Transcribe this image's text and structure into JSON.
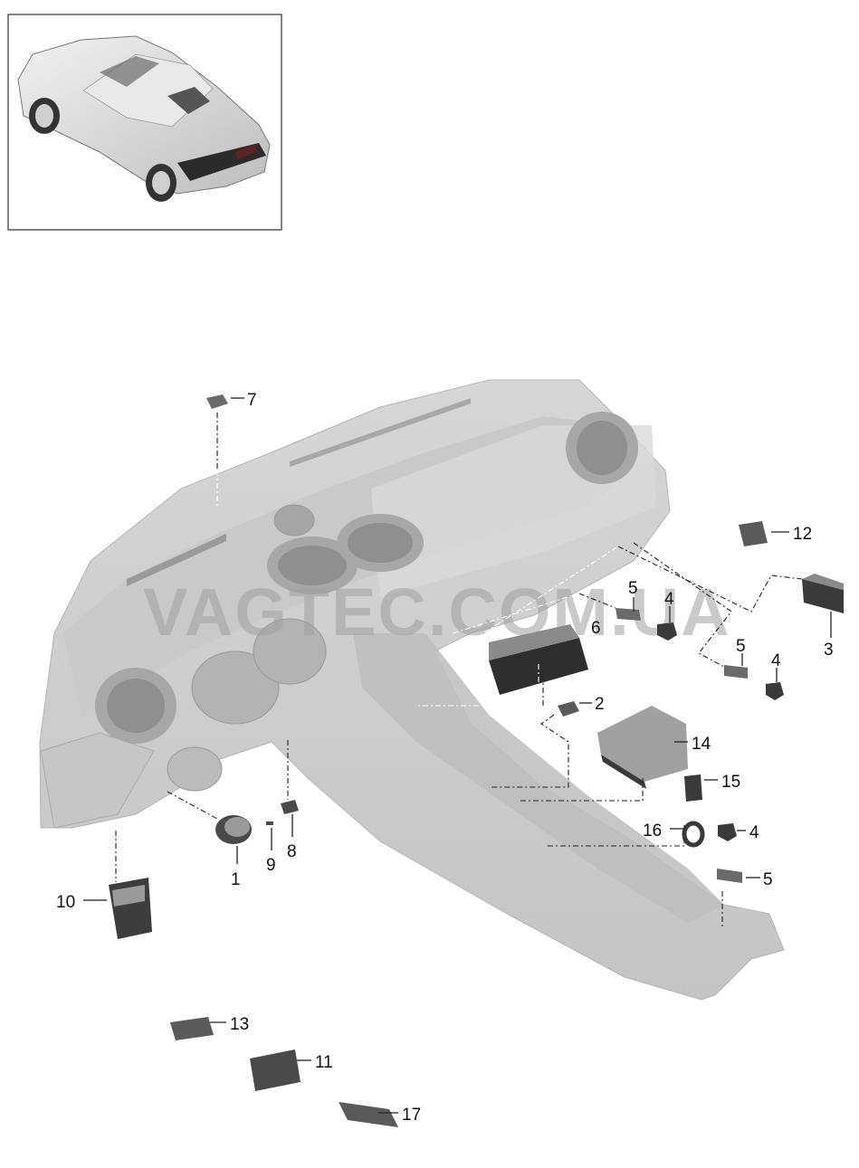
{
  "watermark": "VAGTEC.COM.UA",
  "callouts": {
    "c1": "1",
    "c2": "2",
    "c3": "3",
    "c4a": "4",
    "c4b": "4",
    "c4c": "4",
    "c5a": "5",
    "c5b": "5",
    "c5c": "5",
    "c6": "6",
    "c7": "7",
    "c8": "8",
    "c9": "9",
    "c10": "10",
    "c11": "11",
    "c12": "12",
    "c13": "13",
    "c14": "14",
    "c15": "15",
    "c16": "16",
    "c17": "17"
  },
  "colors": {
    "dashboard": "#cfcfcf",
    "part_dark": "#3a3a3a",
    "frame": "#333333"
  },
  "icons": {
    "vehicle": "roadster-car-thumbnail"
  }
}
